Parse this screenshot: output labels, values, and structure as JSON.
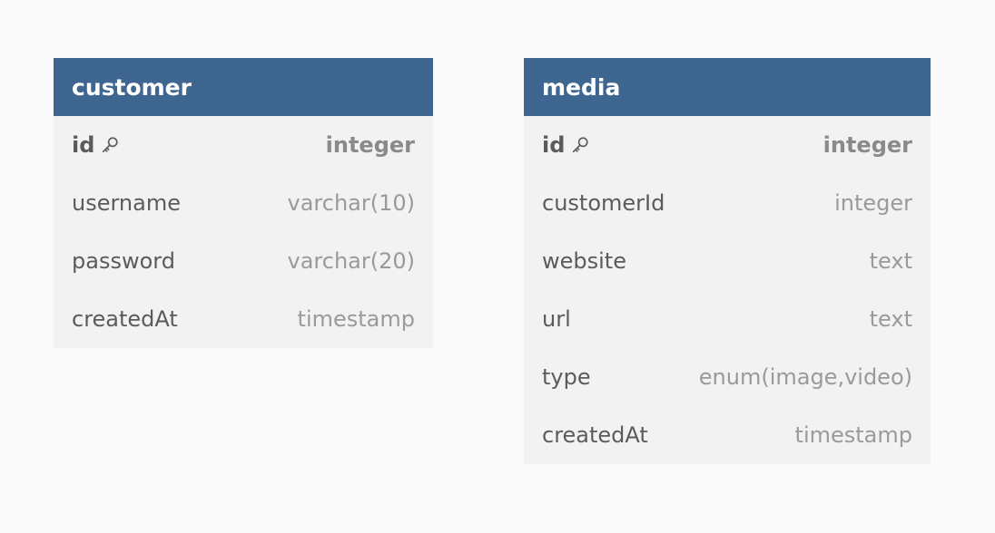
{
  "tables": [
    {
      "name": "customer",
      "columns": [
        {
          "name": "id",
          "type": "integer",
          "primary_key": true,
          "icon": "key-icon"
        },
        {
          "name": "username",
          "type": "varchar(10)",
          "primary_key": false
        },
        {
          "name": "password",
          "type": "varchar(20)",
          "primary_key": false
        },
        {
          "name": "createdAt",
          "type": "timestamp",
          "primary_key": false
        }
      ]
    },
    {
      "name": "media",
      "columns": [
        {
          "name": "id",
          "type": "integer",
          "primary_key": true,
          "icon": "key-icon"
        },
        {
          "name": "customerId",
          "type": "integer",
          "primary_key": false
        },
        {
          "name": "website",
          "type": "text",
          "primary_key": false
        },
        {
          "name": "url",
          "type": "text",
          "primary_key": false
        },
        {
          "name": "type",
          "type": "enum(image,video)",
          "primary_key": false
        },
        {
          "name": "createdAt",
          "type": "timestamp",
          "primary_key": false
        }
      ]
    }
  ],
  "colors": {
    "header": "#3f6690",
    "body": "#f2f2f2",
    "background": "#fafafa"
  }
}
